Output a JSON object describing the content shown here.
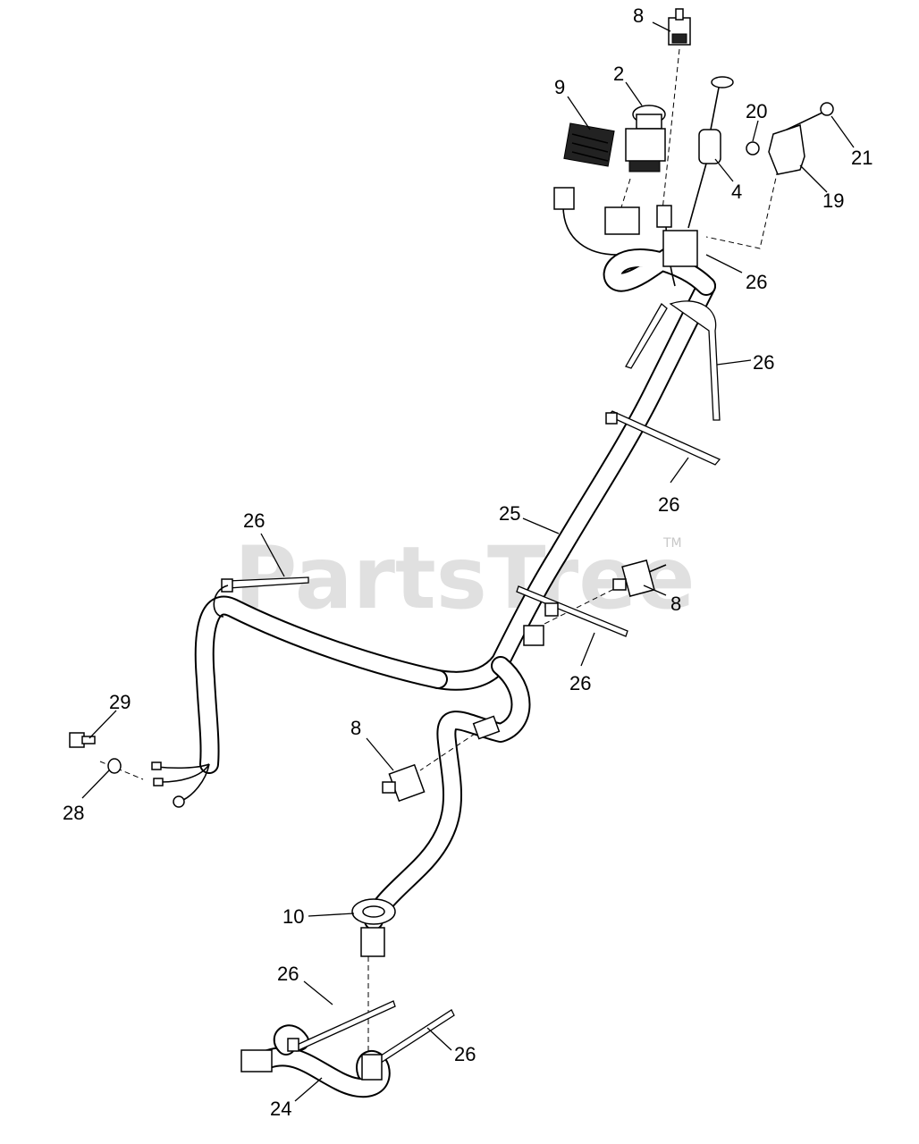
{
  "watermark": {
    "text": "PartsTree",
    "tm": "TM"
  },
  "callouts": [
    {
      "id": "c-8-top",
      "text": "8"
    },
    {
      "id": "c-9",
      "text": "9"
    },
    {
      "id": "c-2",
      "text": "2"
    },
    {
      "id": "c-20",
      "text": "20"
    },
    {
      "id": "c-21",
      "text": "21"
    },
    {
      "id": "c-4",
      "text": "4"
    },
    {
      "id": "c-19",
      "text": "19"
    },
    {
      "id": "c-26-a",
      "text": "26"
    },
    {
      "id": "c-26-b",
      "text": "26"
    },
    {
      "id": "c-26-c",
      "text": "26"
    },
    {
      "id": "c-26-d",
      "text": "26"
    },
    {
      "id": "c-25",
      "text": "25"
    },
    {
      "id": "c-8-mid",
      "text": "8"
    },
    {
      "id": "c-26-e",
      "text": "26"
    },
    {
      "id": "c-29",
      "text": "29"
    },
    {
      "id": "c-8-low",
      "text": "8"
    },
    {
      "id": "c-28",
      "text": "28"
    },
    {
      "id": "c-10",
      "text": "10"
    },
    {
      "id": "c-26-f",
      "text": "26"
    },
    {
      "id": "c-26-g",
      "text": "26"
    },
    {
      "id": "c-24",
      "text": "24"
    }
  ]
}
